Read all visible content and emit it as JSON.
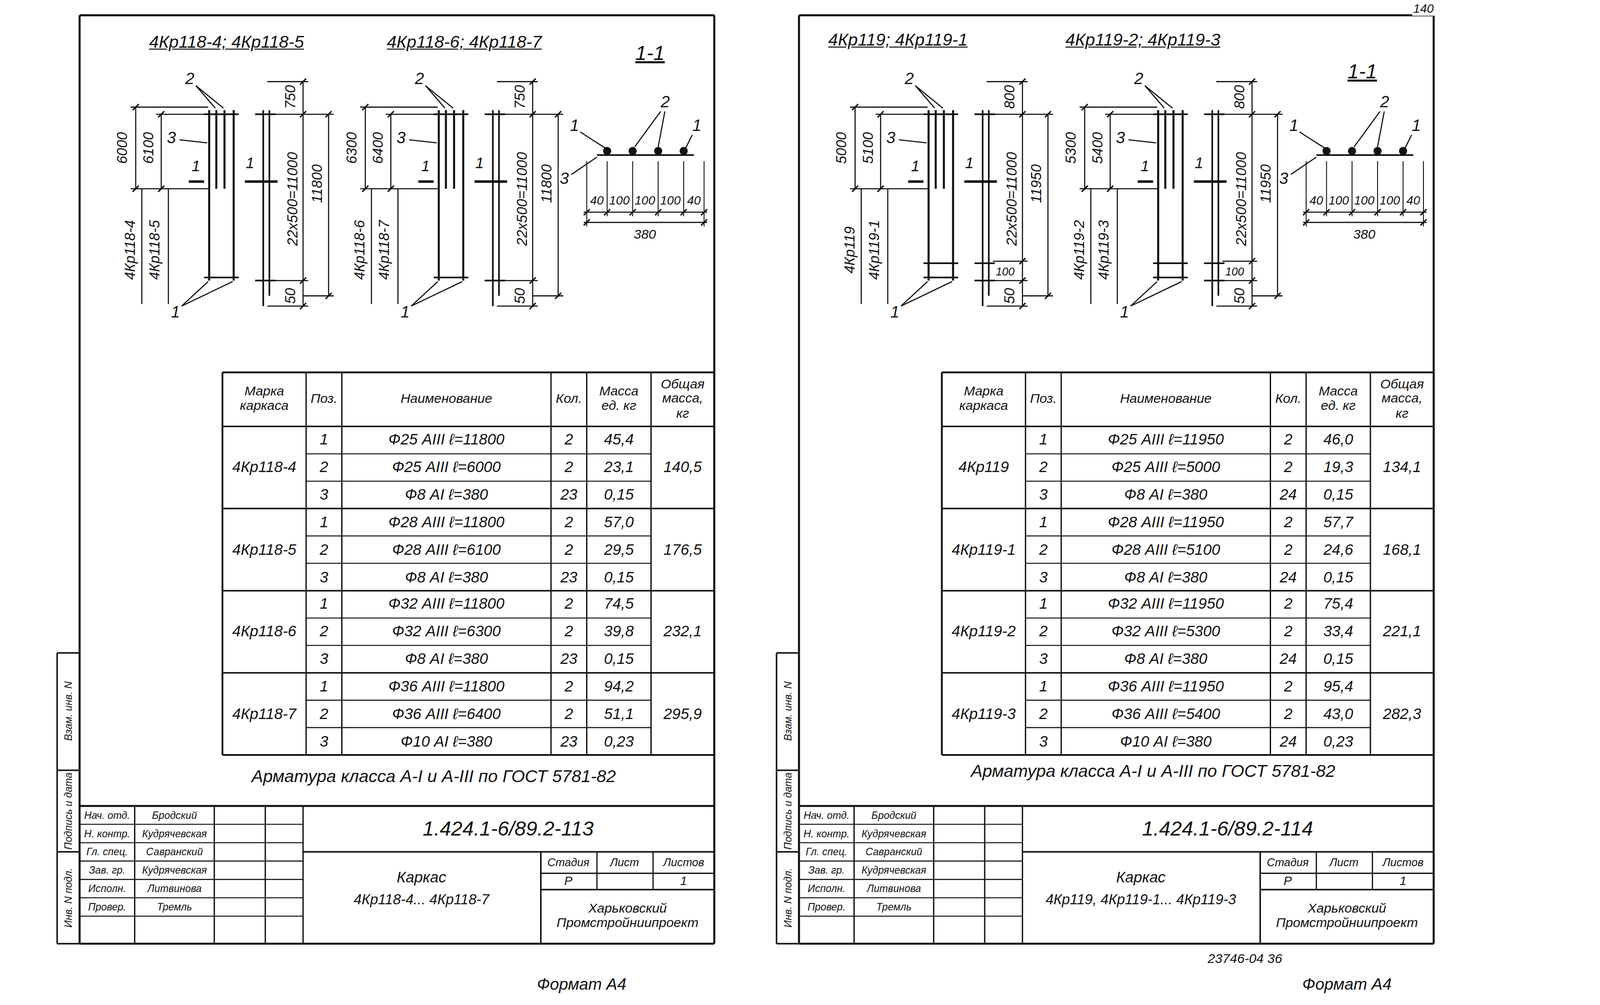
{
  "diagram": {
    "labels": [
      "4Кр118-4; 4Кр118-5",
      "4Кр118-6; 4Кр118-7",
      "1-1",
      "2",
      "3",
      "1",
      "6000",
      "6100",
      "4Кр118-4",
      "4Кр118-5",
      "750",
      "22х500=11000",
      "11800",
      "50",
      "1",
      "1",
      "2",
      "3",
      "1",
      "6300",
      "6400",
      "4Кр118-6",
      "4Кр118-7",
      "750",
      "22х500=11000",
      "11800",
      "50",
      "1",
      "1",
      "1",
      "2",
      "1",
      "3",
      "40",
      "100",
      "100",
      "100",
      "40",
      "380",
      "Марка каркаса",
      "Поз.",
      "Наименование",
      "Кол.",
      "Масса ед. кг",
      "Общая масса, кг",
      "4Кр118-4",
      "1",
      "Ф25 АIII ℓ=11800",
      "2",
      "45,4",
      "2",
      "Ф25 АIII ℓ=6000",
      "2",
      "23,1",
      "3",
      "Ф8 АI ℓ=380",
      "23",
      "0,15",
      "140,5",
      "4Кр118-5",
      "1",
      "Ф28 АIII ℓ=11800",
      "2",
      "57,0",
      "2",
      "Ф28 АIII ℓ=6100",
      "2",
      "29,5",
      "3",
      "Ф8 АI ℓ=380",
      "23",
      "0,15",
      "176,5",
      "4Кр118-6",
      "1",
      "Ф32 АIII ℓ=11800",
      "2",
      "74,5",
      "2",
      "Ф32 АIII ℓ=6300",
      "2",
      "39,8",
      "3",
      "Ф8 АI ℓ=380",
      "23",
      "0,15",
      "232,1",
      "4Кр118-7",
      "1",
      "Ф36 АIII ℓ=11800",
      "2",
      "94,2",
      "2",
      "Ф36 АIII ℓ=6400",
      "2",
      "51,1",
      "3",
      "Ф10 АI ℓ=380",
      "23",
      "0,23",
      "295,9",
      "Арматура класса А-I и А-III по ГОСТ 5781-82",
      "Взам. инв. N",
      "Подпись и дата",
      "Инв. N подл.",
      "Нач. отд.",
      "Бродский",
      "Н. контр.",
      "Кудрячевская",
      "Гл. спец.",
      "Савранский",
      "Зав. гр.",
      "Кудрячевская",
      "Исполн.",
      "Литвинова",
      "Провер.",
      "Тремль",
      "1.424.1-6/89.2-113",
      "Каркас",
      "4Кр118-4... 4Кр118-7",
      "Стадия",
      "Лист",
      "Листов",
      "Р",
      "1",
      "Харьковский Промстройниипроект",
      "Формат А4",
      "4Кр119; 4Кр119-1",
      "4Кр119-2; 4Кр119-3",
      "1-1",
      "2",
      "3",
      "1",
      "5000",
      "5100",
      "4Кр119",
      "4Кр119-1",
      "800",
      "22х500=11000",
      "11950",
      "100",
      "50",
      "1",
      "1",
      "2",
      "3",
      "1",
      "5300",
      "5400",
      "4Кр119-2",
      "4Кр119-3",
      "800",
      "22х500=11000",
      "11950",
      "100",
      "50",
      "1",
      "1",
      "1",
      "2",
      "1",
      "3",
      "40",
      "100",
      "100",
      "100",
      "40",
      "380",
      "Марка каркаса",
      "Поз.",
      "Наименование",
      "Кол.",
      "Масса ед. кг",
      "Общая масса, кг",
      "4Кр119",
      "1",
      "Ф25 АIII ℓ=11950",
      "2",
      "46,0",
      "2",
      "Ф25 АIII ℓ=5000",
      "2",
      "19,3",
      "3",
      "Ф8 АI ℓ=380",
      "24",
      "0,15",
      "134,1",
      "4Кр119-1",
      "1",
      "Ф28 АIII ℓ=11950",
      "2",
      "57,7",
      "2",
      "Ф28 АIII ℓ=5100",
      "2",
      "24,6",
      "3",
      "Ф8 АI ℓ=380",
      "24",
      "0,15",
      "168,1",
      "4Кр119-2",
      "1",
      "Ф32 АIII ℓ=11950",
      "2",
      "75,4",
      "2",
      "Ф32 АIII ℓ=5300",
      "2",
      "33,4",
      "3",
      "Ф8 АI ℓ=380",
      "24",
      "0,15",
      "221,1",
      "4Кр119-3",
      "1",
      "Ф36 АIII ℓ=11950",
      "2",
      "95,4",
      "2",
      "Ф36 АIII ℓ=5400",
      "2",
      "43,0",
      "3",
      "Ф10 АI ℓ=380",
      "24",
      "0,23",
      "282,3",
      "Арматура класса А-I и А-III по ГОСТ 5781-82",
      "Взам. инв. N",
      "Подпись и дата",
      "Инв. N подл.",
      "Нач. отд.",
      "Бродский",
      "Н. контр.",
      "Кудрячевская",
      "Гл. спец.",
      "Савранский",
      "Зав. гр.",
      "Кудрячевская",
      "Исполн.",
      "Литвинова",
      "Провер.",
      "Тремль",
      "1.424.1-6/89.2-114",
      "Каркас",
      "4Кр119, 4Кр119-1... 4Кр119-3",
      "Стадия",
      "Лист",
      "Листов",
      "Р",
      "1",
      "Харьковский Промстройниипроект",
      "Формат А4",
      "23746-04 36",
      "140"
    ]
  }
}
